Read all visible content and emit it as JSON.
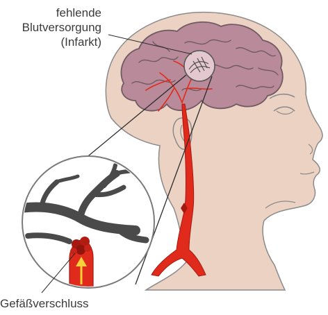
{
  "labels": {
    "infarct_line1": "fehlende",
    "infarct_line2": "Blutversorgung",
    "infarct_line3": "(Infarkt)",
    "occlusion": "Gefäßverschluss"
  },
  "colors": {
    "skin": "#ecd2c2",
    "skin_outline": "#8a8a8a",
    "brain": "#b98a99",
    "brain_outline": "#6f5a62",
    "artery": "#e02a1c",
    "artery_dark": "#a61910",
    "vessel_grey": "#4a4a4a",
    "blood_arrow": "#f6d23a",
    "zoom_circle_fill": "#ffffff",
    "leader_line": "#2b2b2b"
  },
  "icons": {
    "head": "head-profile",
    "brain": "brain",
    "zoom": "magnifier-detail-circle",
    "arrow": "blood-flow-arrow"
  }
}
